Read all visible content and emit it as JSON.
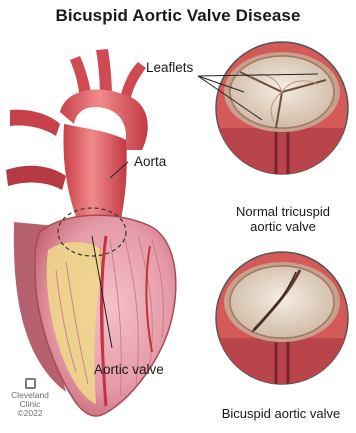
{
  "title": "Bicuspid Aortic Valve Disease",
  "labels": {
    "leaflets": "Leaflets",
    "aorta": "Aorta",
    "aortic_valve": "Aortic valve"
  },
  "captions": {
    "normal_line1": "Normal tricuspid",
    "normal_line2": "aortic valve",
    "bicuspid": "Bicuspid aortic valve"
  },
  "logo": {
    "line1": "Cleveland",
    "line2": "Clinic",
    "line3": "©2022"
  },
  "colors": {
    "heart_red": "#d9534f",
    "heart_muscle": "#e8a9b5",
    "fat_yellow": "#f2dc8a",
    "valve_tissue": "#efe2d2",
    "vessel_dark": "#8c2f2f"
  }
}
